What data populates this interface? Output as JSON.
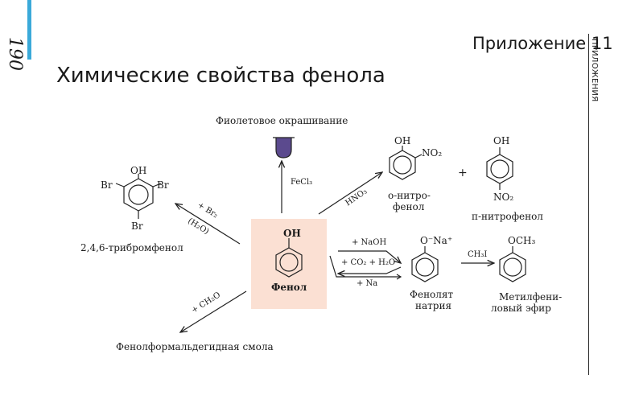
{
  "page": {
    "page_number": "190",
    "appendix_label": "Приложение 11",
    "side_label": "ПРИЛОЖЕНИЯ",
    "title": "Химические свойства фенола"
  },
  "center": {
    "oh": "OH",
    "name": "Фенол"
  },
  "fecl3_reaction": {
    "result": "Фиолетовое окрашивание",
    "reagent": "FeCl₃"
  },
  "bromination": {
    "reagent": "+ Br₂",
    "condition": "(H₂O)",
    "product_name": "2,4,6-трибромфенол",
    "br_left": "Br",
    "br_right": "Br",
    "br_bottom": "Br",
    "oh": "OH"
  },
  "nitration": {
    "reagent": "HNO₃",
    "plus": "+",
    "ortho": {
      "oh": "OH",
      "no2": "NO₂",
      "name_line1": "о-нитро-",
      "name_line2": "фенол"
    },
    "para": {
      "oh": "OH",
      "no2": "NO₂",
      "name": "п-нитрофенол"
    }
  },
  "phenolate": {
    "reagent_naoh": "+ NaOH",
    "reagent_co2": "+ CO₂ + H₂O",
    "reagent_na": "+ Na",
    "group": "O⁻Na⁺",
    "name_line1": "Фенолят",
    "name_line2": "натрия"
  },
  "ether": {
    "reagent": "CH₃I",
    "group": "OCH₃",
    "name_line1": "Метилфени-",
    "name_line2": "ловый эфир"
  },
  "resin": {
    "reagent": "+ CH₂O",
    "name": "Фенолформальдегидная смола"
  },
  "colors": {
    "accent": "#3aa9d9",
    "center_box": "#fbe0d3",
    "violet_solution": "#5b4a8e"
  }
}
